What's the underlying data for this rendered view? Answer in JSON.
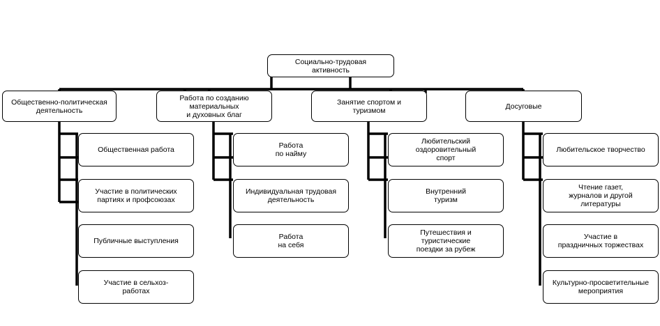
{
  "root": {
    "label": "Социально-трудовая\nактивность"
  },
  "categories": [
    {
      "label": "Общественно-политическая\nдеятельность",
      "items": [
        "Общественная работа",
        "Участие в политических\nпартиях и профсоюзах",
        "Публичные выступления",
        "Участие в сельхоз-\nработах"
      ]
    },
    {
      "label": "Работа по созданию\nматериальных\nи духовных благ",
      "items": [
        "Работа\nпо найму",
        "Индивидуальная трудовая\nдеятельность",
        "Работа\nна себя"
      ]
    },
    {
      "label": "Занятие спортом и\nтуризмом",
      "items": [
        "Любительский\nоздоровительный\nспорт",
        "Внутренний\nтуризм",
        "Путешествия и\nтуристические\nпоездки за рубеж"
      ]
    },
    {
      "label": "Досуговые",
      "items": [
        "Любительское творчество",
        "Чтение газет,\nжурналов и другой\nлитературы",
        "Участие в\nпраздничных торжествах",
        "Культурно-просветительные\nмероприятия"
      ]
    }
  ]
}
